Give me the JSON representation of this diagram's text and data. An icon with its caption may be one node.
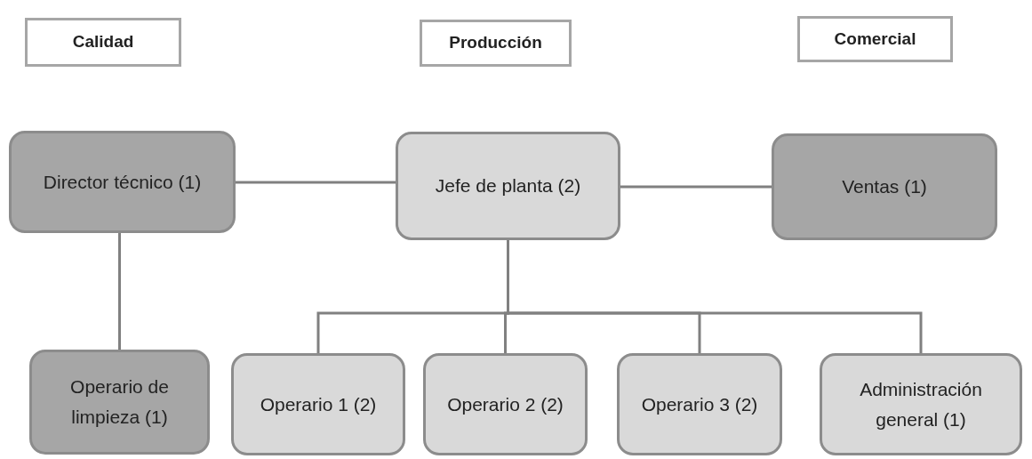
{
  "diagram": {
    "nodes": [
      {
        "text": [
          "Calidad"
        ]
      },
      {
        "text": [
          "Producción"
        ]
      },
      {
        "text": [
          "Comercial"
        ]
      },
      {
        "text": [
          "Director técnico (1)"
        ]
      },
      {
        "text": [
          "Jefe de planta (2)"
        ]
      },
      {
        "text": [
          "Ventas (1)"
        ]
      },
      {
        "text": [
          "Operario de limpieza (1)"
        ]
      },
      {
        "text": [
          "Operario 1 (2)"
        ]
      },
      {
        "text": [
          "Operario 2 (2)"
        ]
      },
      {
        "text": [
          "Operario 3 (2)"
        ]
      },
      {
        "text": [
          "Administración general (1)"
        ]
      }
    ],
    "edges": [
      {
        "from": 3,
        "to": 4,
        "arrow": "none"
      },
      {
        "from": 4,
        "to": 5,
        "arrow": "none"
      },
      {
        "from": 3,
        "to": 6,
        "arrow": "none"
      },
      {
        "from": 4,
        "to": 7,
        "arrow": "none"
      },
      {
        "from": 4,
        "to": 8,
        "arrow": "none"
      },
      {
        "from": 4,
        "to": 9,
        "arrow": "none"
      },
      {
        "from": 4,
        "to": 10,
        "arrow": "none"
      }
    ]
  }
}
